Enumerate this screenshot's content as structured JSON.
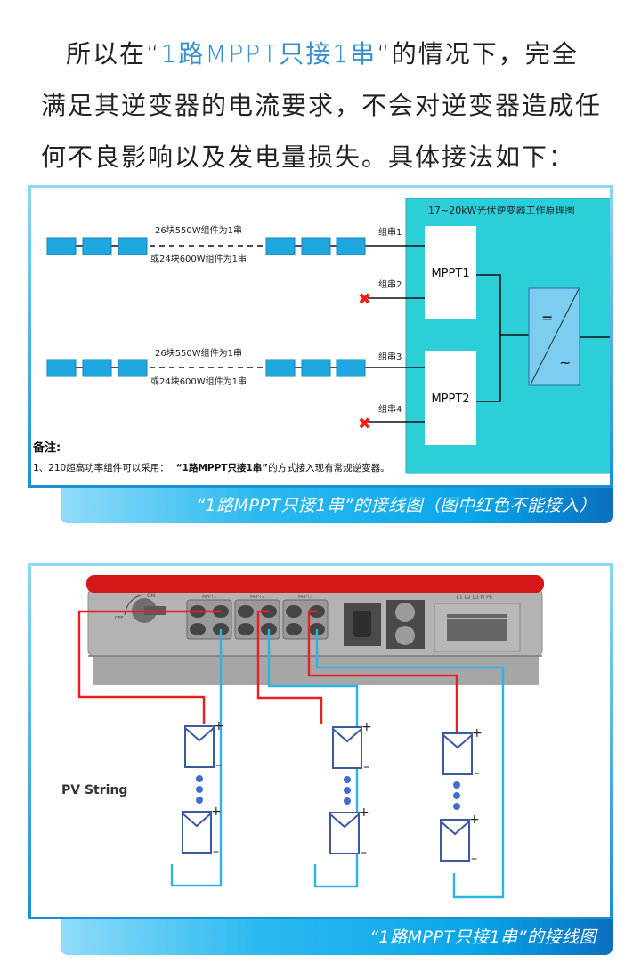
{
  "intro": {
    "line1_prefix": "所以在“",
    "line1_highlight": "1路MPPT只接1串",
    "line1_suffix": "“的情况下，完全",
    "line2": "满足其逆变器的电流要求，不会对逆变器造成任",
    "line3": "何不良影响以及发电量损失。具体接法如下："
  },
  "diagram1": {
    "inverter_title": "17~20kW光伏逆变器工作原理图",
    "string_label_top": "26块550W组件为1串",
    "string_label_bottom": "或24块600W组件为1串",
    "strings": [
      "组串1",
      "组串2",
      "组串3",
      "组串4"
    ],
    "mppt_labels": [
      "MPPT1",
      "MPPT2"
    ],
    "converter_dc_symbol": "=",
    "converter_ac_symbol": "~",
    "note_title": "备注:",
    "note_prefix": "1、210超高功率组件可以采用：",
    "note_bold": "“1路MPPT只接1串”",
    "note_suffix": "的方式接入现有常规逆变器。",
    "disconnected_marker": "✖",
    "colors": {
      "inverter_bg": "#2ccfd8",
      "module": "#1fa8e0",
      "converter": "#7dcdf0",
      "cross": "#ff1a1a"
    }
  },
  "caption1": "“1路MPPT只接1串”的接线图（图中红色不能接入）",
  "diagram2": {
    "switch_on_label": "ON",
    "switch_off_label": "OFF",
    "mppt_port_labels": [
      "MPPT1",
      "MPPT2",
      "MPPT3"
    ],
    "ac_terminal_label": "L1 L2 L3 N PE",
    "pv_string_label": "PV String",
    "plus": "+",
    "minus": "–",
    "colors": {
      "positive_wire": "#e82020",
      "negative_wire": "#2cb2e6",
      "housing_top": "#d41818",
      "housing": "#a6a6a6",
      "module_outline": "#3c5aa0",
      "dots": "#3f6ed0"
    }
  },
  "caption2": "“1路MPPT只接1串”的接线图"
}
